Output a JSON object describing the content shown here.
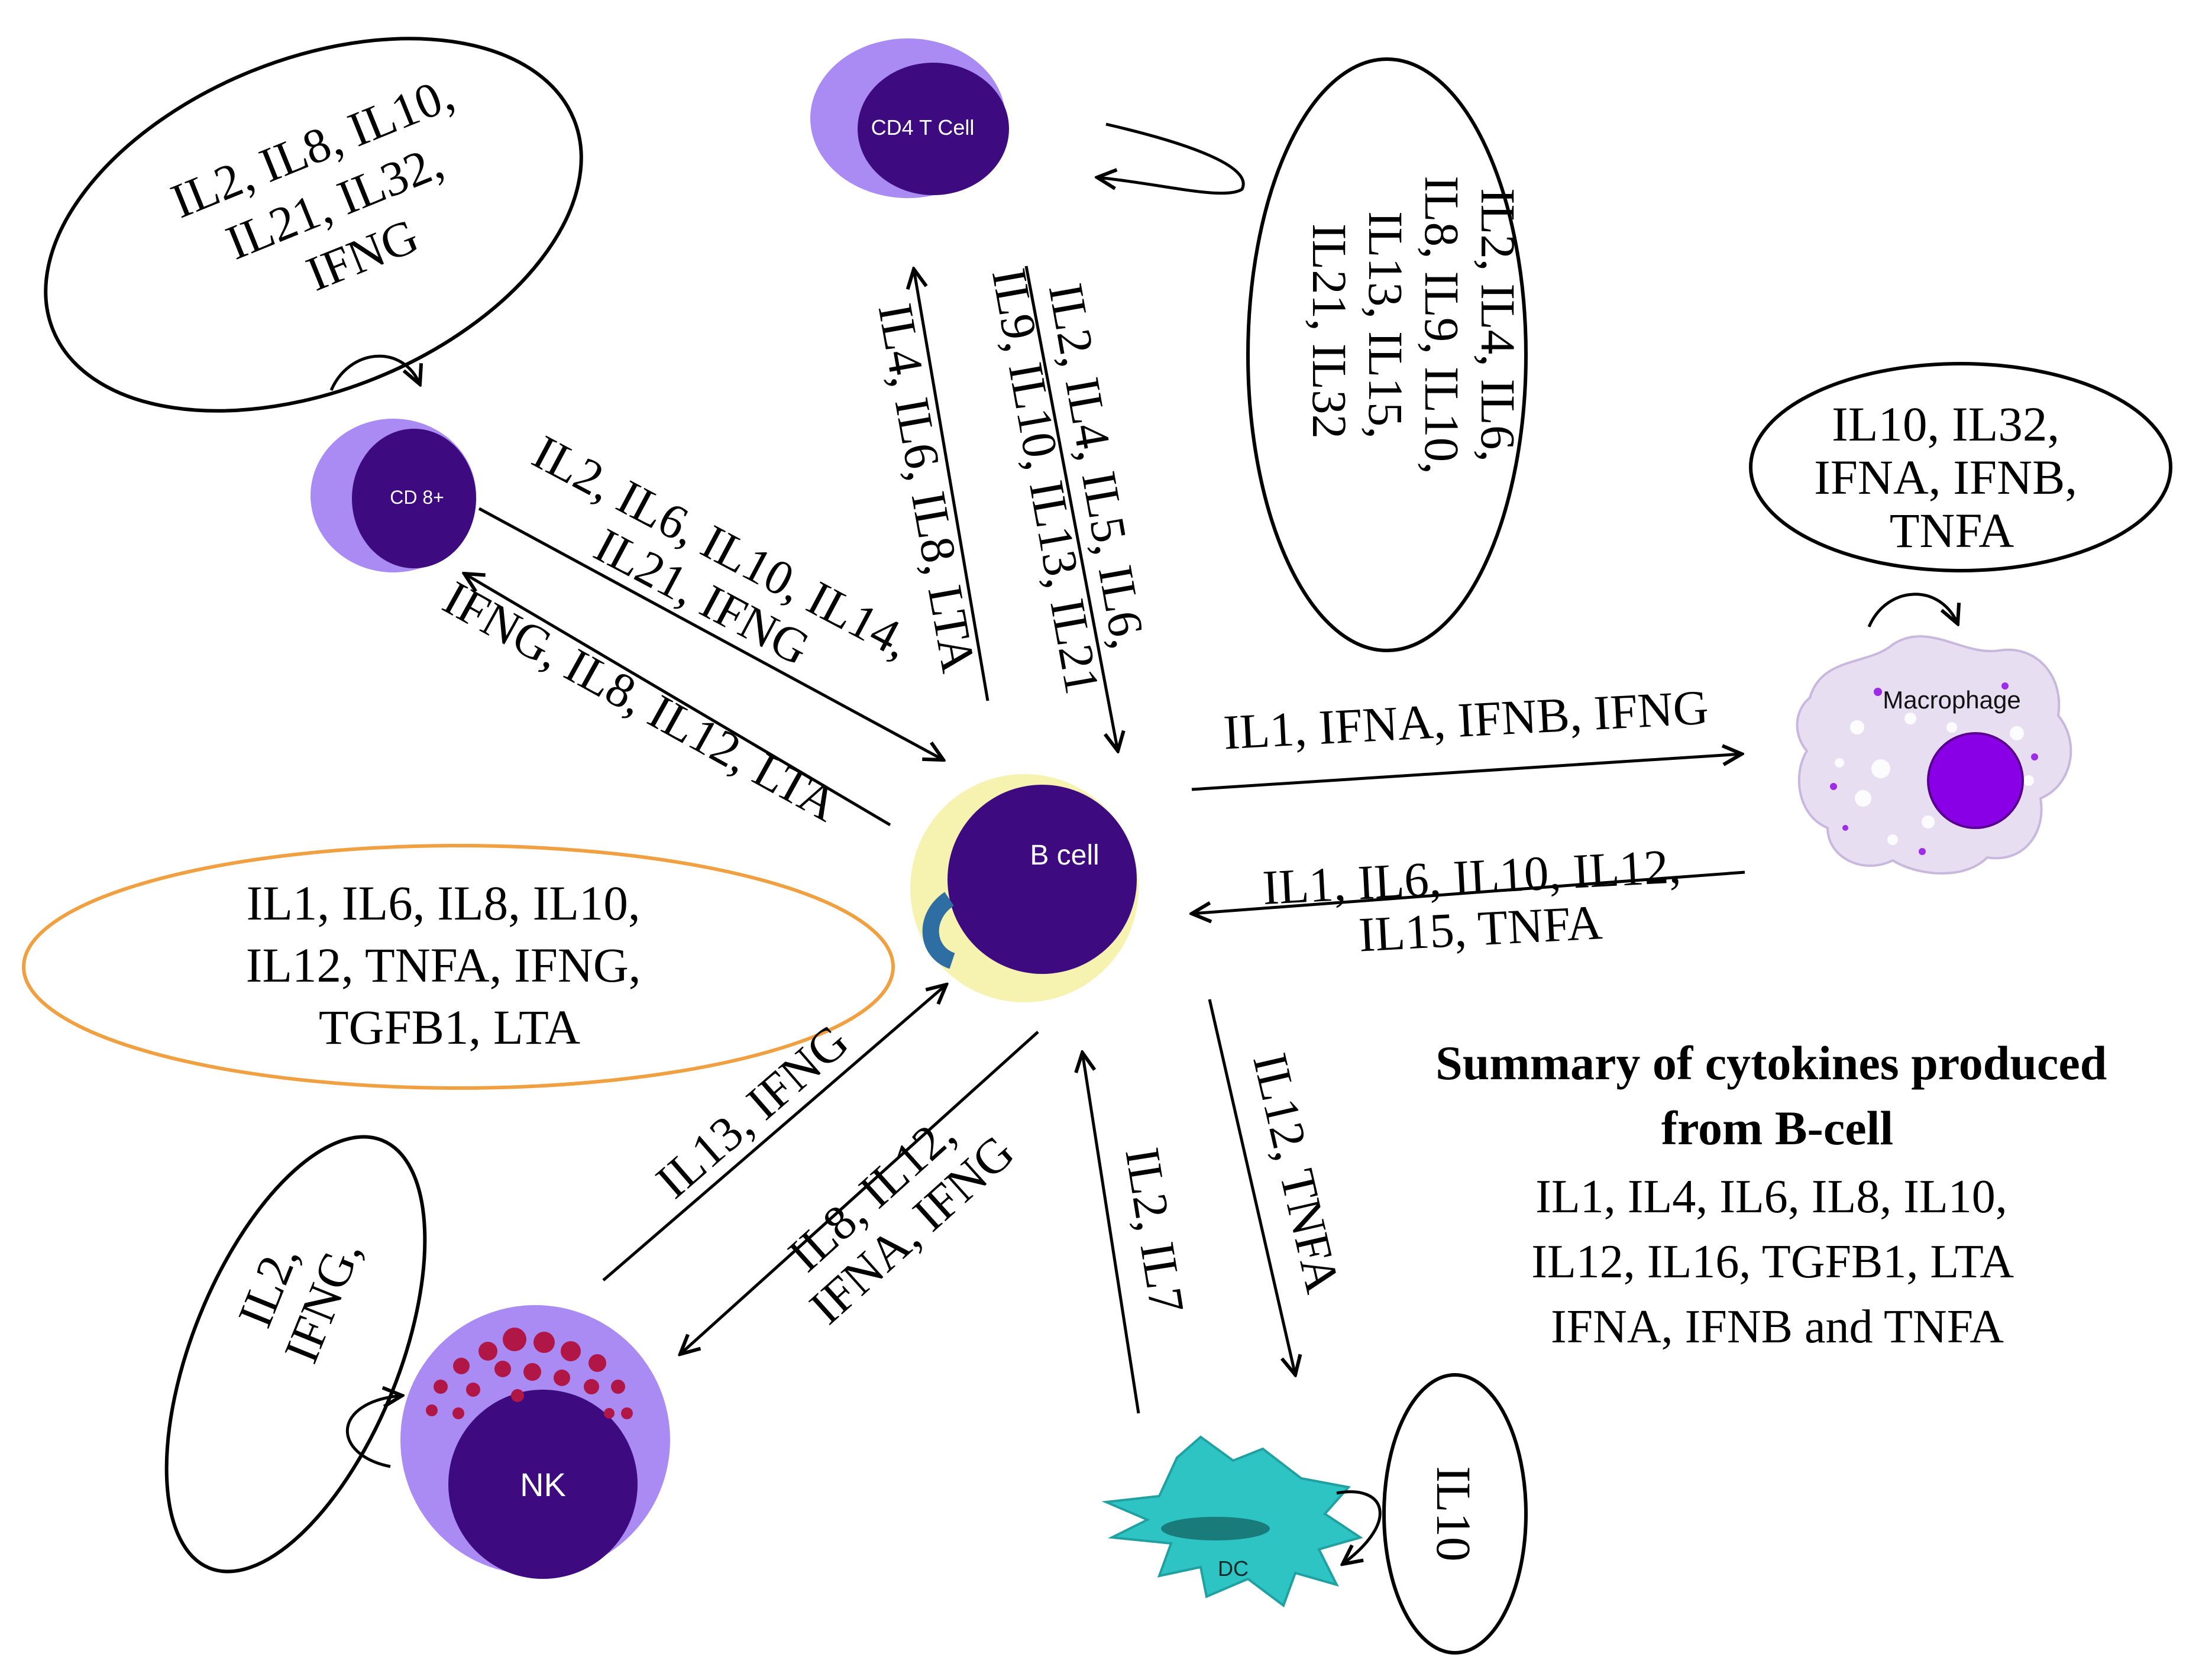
{
  "cells": {
    "cd4": "CD4 T Cell",
    "cd8": "CD 8+",
    "bcell": "B cell",
    "macrophage": "Macrophage",
    "nk": "NK",
    "dc": "DC"
  },
  "self_loops": {
    "cd8": [
      "IL2, IL8, IL10,",
      "IL21, IL32,",
      "IFNG"
    ],
    "cd4": [
      "IL2, IL4, IL6,",
      "IL8, IL9, IL10,",
      "IL13, IL15,",
      "IL21, IL32"
    ],
    "macrophage": [
      "IL10, IL32,",
      "IFNA, IFNB,",
      "TNFA"
    ],
    "bcell": [
      "IL1, IL6, IL8, IL10,",
      "IL12, TNFA, IFNG,",
      "TGFB1, LTA"
    ],
    "nk": [
      "IL2,",
      "IFNG,"
    ],
    "dc": [
      "IL10"
    ]
  },
  "edges": {
    "bcell_to_cd4": [
      "IL4, IL6, IL8, LTA"
    ],
    "cd4_to_bcell": [
      "IL2, IL4, IL5, IL6,",
      "IL9, IL10, IL13, IL21"
    ],
    "cd8_to_bcell": [
      "IL2, IL6, IL10, IL14,",
      "IL21, IFNG"
    ],
    "bcell_to_cd8": [
      "IFNG, IL8, IL12, LTA"
    ],
    "bcell_to_macrophage": [
      "IL1, IFNA, IFNB, IFNG"
    ],
    "macrophage_to_bcell": [
      "IL1, IL6, IL10, IL12,",
      "IL15, TNFA"
    ],
    "nk_to_bcell": [
      "IL13, IFNG"
    ],
    "bcell_to_nk": [
      "IL8, IL12,",
      "IFNA, IFNG"
    ],
    "dc_to_bcell": [
      "IL2, IL7"
    ],
    "bcell_to_dc": [
      "IL12, TNFA"
    ]
  },
  "summary": {
    "title": [
      "Summary of cytokines produced",
      "from B-cell"
    ],
    "lines": [
      "IL1, IL4, IL6, IL8, IL10,",
      "IL12, IL16, TGFB1, LTA",
      "IFNA, IFNB and TNFA"
    ]
  },
  "colors": {
    "cell_outer": "#a98bf3",
    "cell_inner": "#3d0a80",
    "bcell_halo": "#f6f2b0",
    "macrophage_body": "#e8def2",
    "macrophage_nucleus": "#8a00e6",
    "dc_body": "#2ec4c4",
    "nk_granules": "#b01646",
    "bcell_loop_ellipse": "#f0a040",
    "bcell_self_arrow": "#2f6ea3"
  }
}
